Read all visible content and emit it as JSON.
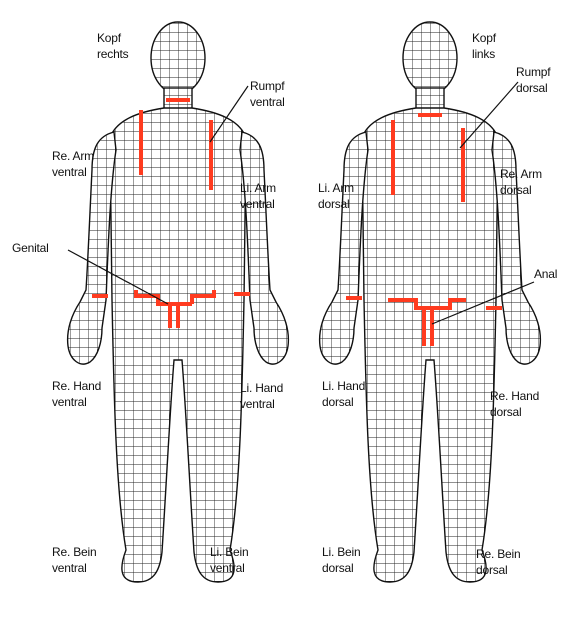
{
  "front": {
    "head": [
      "Kopf",
      "rechts"
    ],
    "trunk": [
      "Rumpf",
      "ventral"
    ],
    "right_arm": [
      "Re. Arm",
      "ventral"
    ],
    "left_arm": [
      "Li. Arm",
      "ventral"
    ],
    "genital": [
      "Genital"
    ],
    "right_hand": [
      "Re. Hand",
      "ventral"
    ],
    "left_hand": [
      "Li. Hand",
      "ventral"
    ],
    "right_leg": [
      "Re. Bein",
      "ventral"
    ],
    "left_leg": [
      "Li. Bein",
      "ventral"
    ]
  },
  "back": {
    "head": [
      "Kopf",
      "links"
    ],
    "trunk": [
      "Rumpf",
      "dorsal"
    ],
    "left_arm": [
      "Li. Arm",
      "dorsal"
    ],
    "right_arm": [
      "Re. Arm",
      "dorsal"
    ],
    "anal": [
      "Anal"
    ],
    "left_hand": [
      "Li. Hand",
      "dorsal"
    ],
    "right_hand": [
      "Re. Hand",
      "dorsal"
    ],
    "left_leg": [
      "Li. Bein",
      "dorsal"
    ],
    "right_leg": [
      "Re. Bein",
      "dorsal"
    ]
  },
  "colors": {
    "boundary": "#ff3b1f",
    "grid": "#222222",
    "outline": "#111111"
  }
}
